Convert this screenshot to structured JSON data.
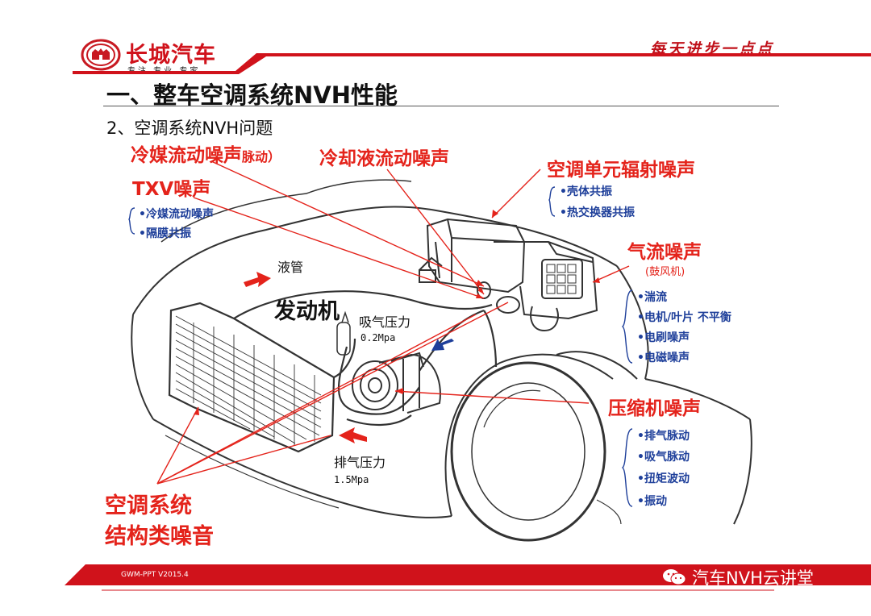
{
  "header": {
    "logo_text": "长城汽车",
    "logo_sub": "专注 专业 专家",
    "slogan": "每天进步一点点",
    "brand_color": "#d0121b"
  },
  "slide": {
    "title": "一、整车空调系统NVH性能",
    "subtitle": "2、空调系统NVH问题"
  },
  "labels": {
    "refrigerant_flow": "冷媒流动噪声",
    "refrigerant_pulse": "脉动）",
    "coolant_flow": "冷却液流动噪声",
    "ac_unit": "空调单元辐射噪声",
    "ac_unit_items": [
      "•壳体共振",
      "•热交换器共振"
    ],
    "txv": "TXV噪声",
    "txv_items": [
      "•冷媒流动噪声",
      "•隔膜共振"
    ],
    "airflow": "气流噪声",
    "airflow_sub": "(鼓风机)",
    "airflow_items": [
      "•湍流",
      "•电机/叶片 不平衡",
      "•电刷噪声",
      "•电磁噪声"
    ],
    "liquid_pipe": "液管",
    "engine": "发动机",
    "suction": "吸气压力",
    "suction_value": "0.2Mpa",
    "compressor": "压缩机噪声",
    "compressor_items": [
      "•排气脉动",
      "•吸气脉动",
      "•扭矩波动",
      "•振动"
    ],
    "discharge": "排气压力",
    "discharge_value": "1.5Mpa",
    "structural_1": "空调系统",
    "structural_2": "结构类噪音"
  },
  "footer": {
    "version": "GWM-PPT V2015.4",
    "watermark": "汽车NVH云讲堂"
  },
  "colors": {
    "label_red": "#e4231b",
    "item_blue": "#1e3f9a",
    "band_red": "#d0121b"
  }
}
